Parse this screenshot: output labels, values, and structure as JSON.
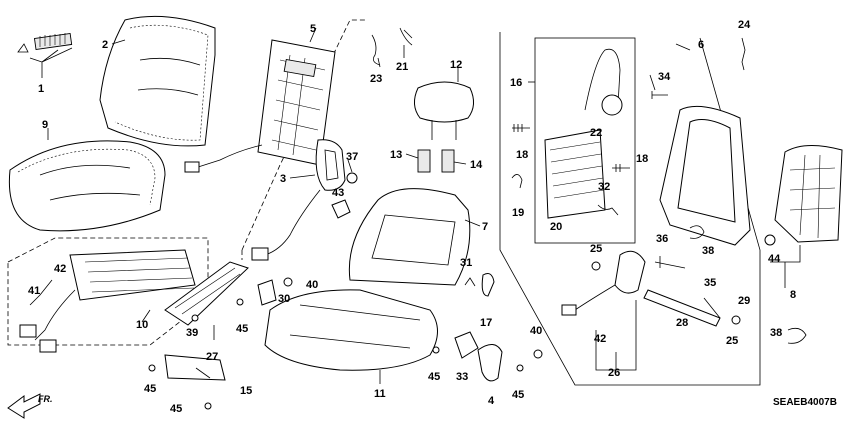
{
  "diagram": {
    "code": "SEAEB4007B",
    "direction_label": "FR.",
    "callouts": [
      {
        "id": "c1",
        "label": "1"
      },
      {
        "id": "c2",
        "label": "2"
      },
      {
        "id": "c3",
        "label": "3"
      },
      {
        "id": "c4",
        "label": "4"
      },
      {
        "id": "c5",
        "label": "5"
      },
      {
        "id": "c6",
        "label": "6"
      },
      {
        "id": "c7",
        "label": "7"
      },
      {
        "id": "c8",
        "label": "8"
      },
      {
        "id": "c9",
        "label": "9"
      },
      {
        "id": "c10",
        "label": "10"
      },
      {
        "id": "c11",
        "label": "11"
      },
      {
        "id": "c12",
        "label": "12"
      },
      {
        "id": "c13",
        "label": "13"
      },
      {
        "id": "c14",
        "label": "14"
      },
      {
        "id": "c15",
        "label": "15"
      },
      {
        "id": "c16",
        "label": "16"
      },
      {
        "id": "c17",
        "label": "17"
      },
      {
        "id": "c18a",
        "label": "18"
      },
      {
        "id": "c18b",
        "label": "18"
      },
      {
        "id": "c19",
        "label": "19"
      },
      {
        "id": "c20",
        "label": "20"
      },
      {
        "id": "c21",
        "label": "21"
      },
      {
        "id": "c22",
        "label": "22"
      },
      {
        "id": "c23",
        "label": "23"
      },
      {
        "id": "c24",
        "label": "24"
      },
      {
        "id": "c25a",
        "label": "25"
      },
      {
        "id": "c25b",
        "label": "25"
      },
      {
        "id": "c26",
        "label": "26"
      },
      {
        "id": "c27",
        "label": "27"
      },
      {
        "id": "c28",
        "label": "28"
      },
      {
        "id": "c29",
        "label": "29"
      },
      {
        "id": "c30",
        "label": "30"
      },
      {
        "id": "c31",
        "label": "31"
      },
      {
        "id": "c32",
        "label": "32"
      },
      {
        "id": "c33",
        "label": "33"
      },
      {
        "id": "c34",
        "label": "34"
      },
      {
        "id": "c35",
        "label": "35"
      },
      {
        "id": "c36",
        "label": "36"
      },
      {
        "id": "c37",
        "label": "37"
      },
      {
        "id": "c38a",
        "label": "38"
      },
      {
        "id": "c38b",
        "label": "38"
      },
      {
        "id": "c39",
        "label": "39"
      },
      {
        "id": "c40a",
        "label": "40"
      },
      {
        "id": "c40b",
        "label": "40"
      },
      {
        "id": "c41",
        "label": "41"
      },
      {
        "id": "c42a",
        "label": "42"
      },
      {
        "id": "c42b",
        "label": "42"
      },
      {
        "id": "c43",
        "label": "43"
      },
      {
        "id": "c44",
        "label": "44"
      },
      {
        "id": "c45a",
        "label": "45"
      },
      {
        "id": "c45b",
        "label": "45"
      },
      {
        "id": "c45c",
        "label": "45"
      },
      {
        "id": "c45d",
        "label": "45"
      },
      {
        "id": "c45e",
        "label": "45"
      }
    ]
  }
}
